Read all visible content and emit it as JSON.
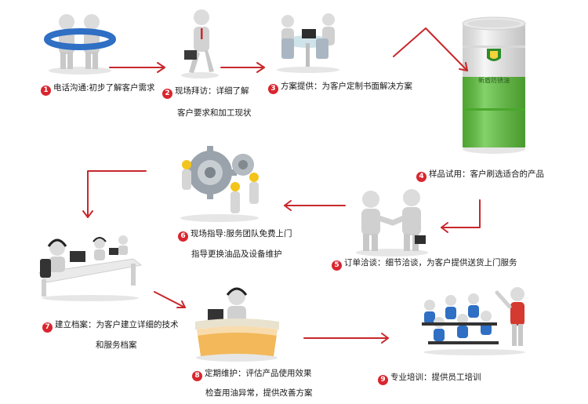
{
  "steps": [
    {
      "num": "1",
      "line1": "电话沟通:初步了解客户需求",
      "line2": ""
    },
    {
      "num": "2",
      "line1": "现场拜访：详细了解",
      "line2": "客户要求和加工现状"
    },
    {
      "num": "3",
      "line1": "方案提供：为客户定制书面解决方案",
      "line2": ""
    },
    {
      "num": "4",
      "line1": "样品试用：客户刷选适合的产品",
      "line2": ""
    },
    {
      "num": "5",
      "line1": "订单洽谈：细节洽谈，为客户提供送货上门服务",
      "line2": ""
    },
    {
      "num": "6",
      "line1": "现场指导:服务团队免费上门",
      "line2": "指导更换油品及设备维护"
    },
    {
      "num": "7",
      "line1": "建立档案：为客户建立详细的技术",
      "line2": "和服务档案"
    },
    {
      "num": "8",
      "line1": "定期维护：评估产品使用效果",
      "line2": "检查用油异常，提供改善方案"
    },
    {
      "num": "9",
      "line1": "专业培训：提供员工培训",
      "line2": ""
    }
  ],
  "barrel_label": "新盾防锈油",
  "colors": {
    "arrow": "#c8282c",
    "badge": "#d8262f",
    "barrel_green": "#5cc23a"
  },
  "icons": [
    "team-hug-icon",
    "businessman-walking-icon",
    "meeting-table-icon",
    "oil-barrel-icon",
    "gears-team-icon",
    "handshake-icon",
    "call-center-icon",
    "reception-desk-icon",
    "training-class-icon"
  ]
}
